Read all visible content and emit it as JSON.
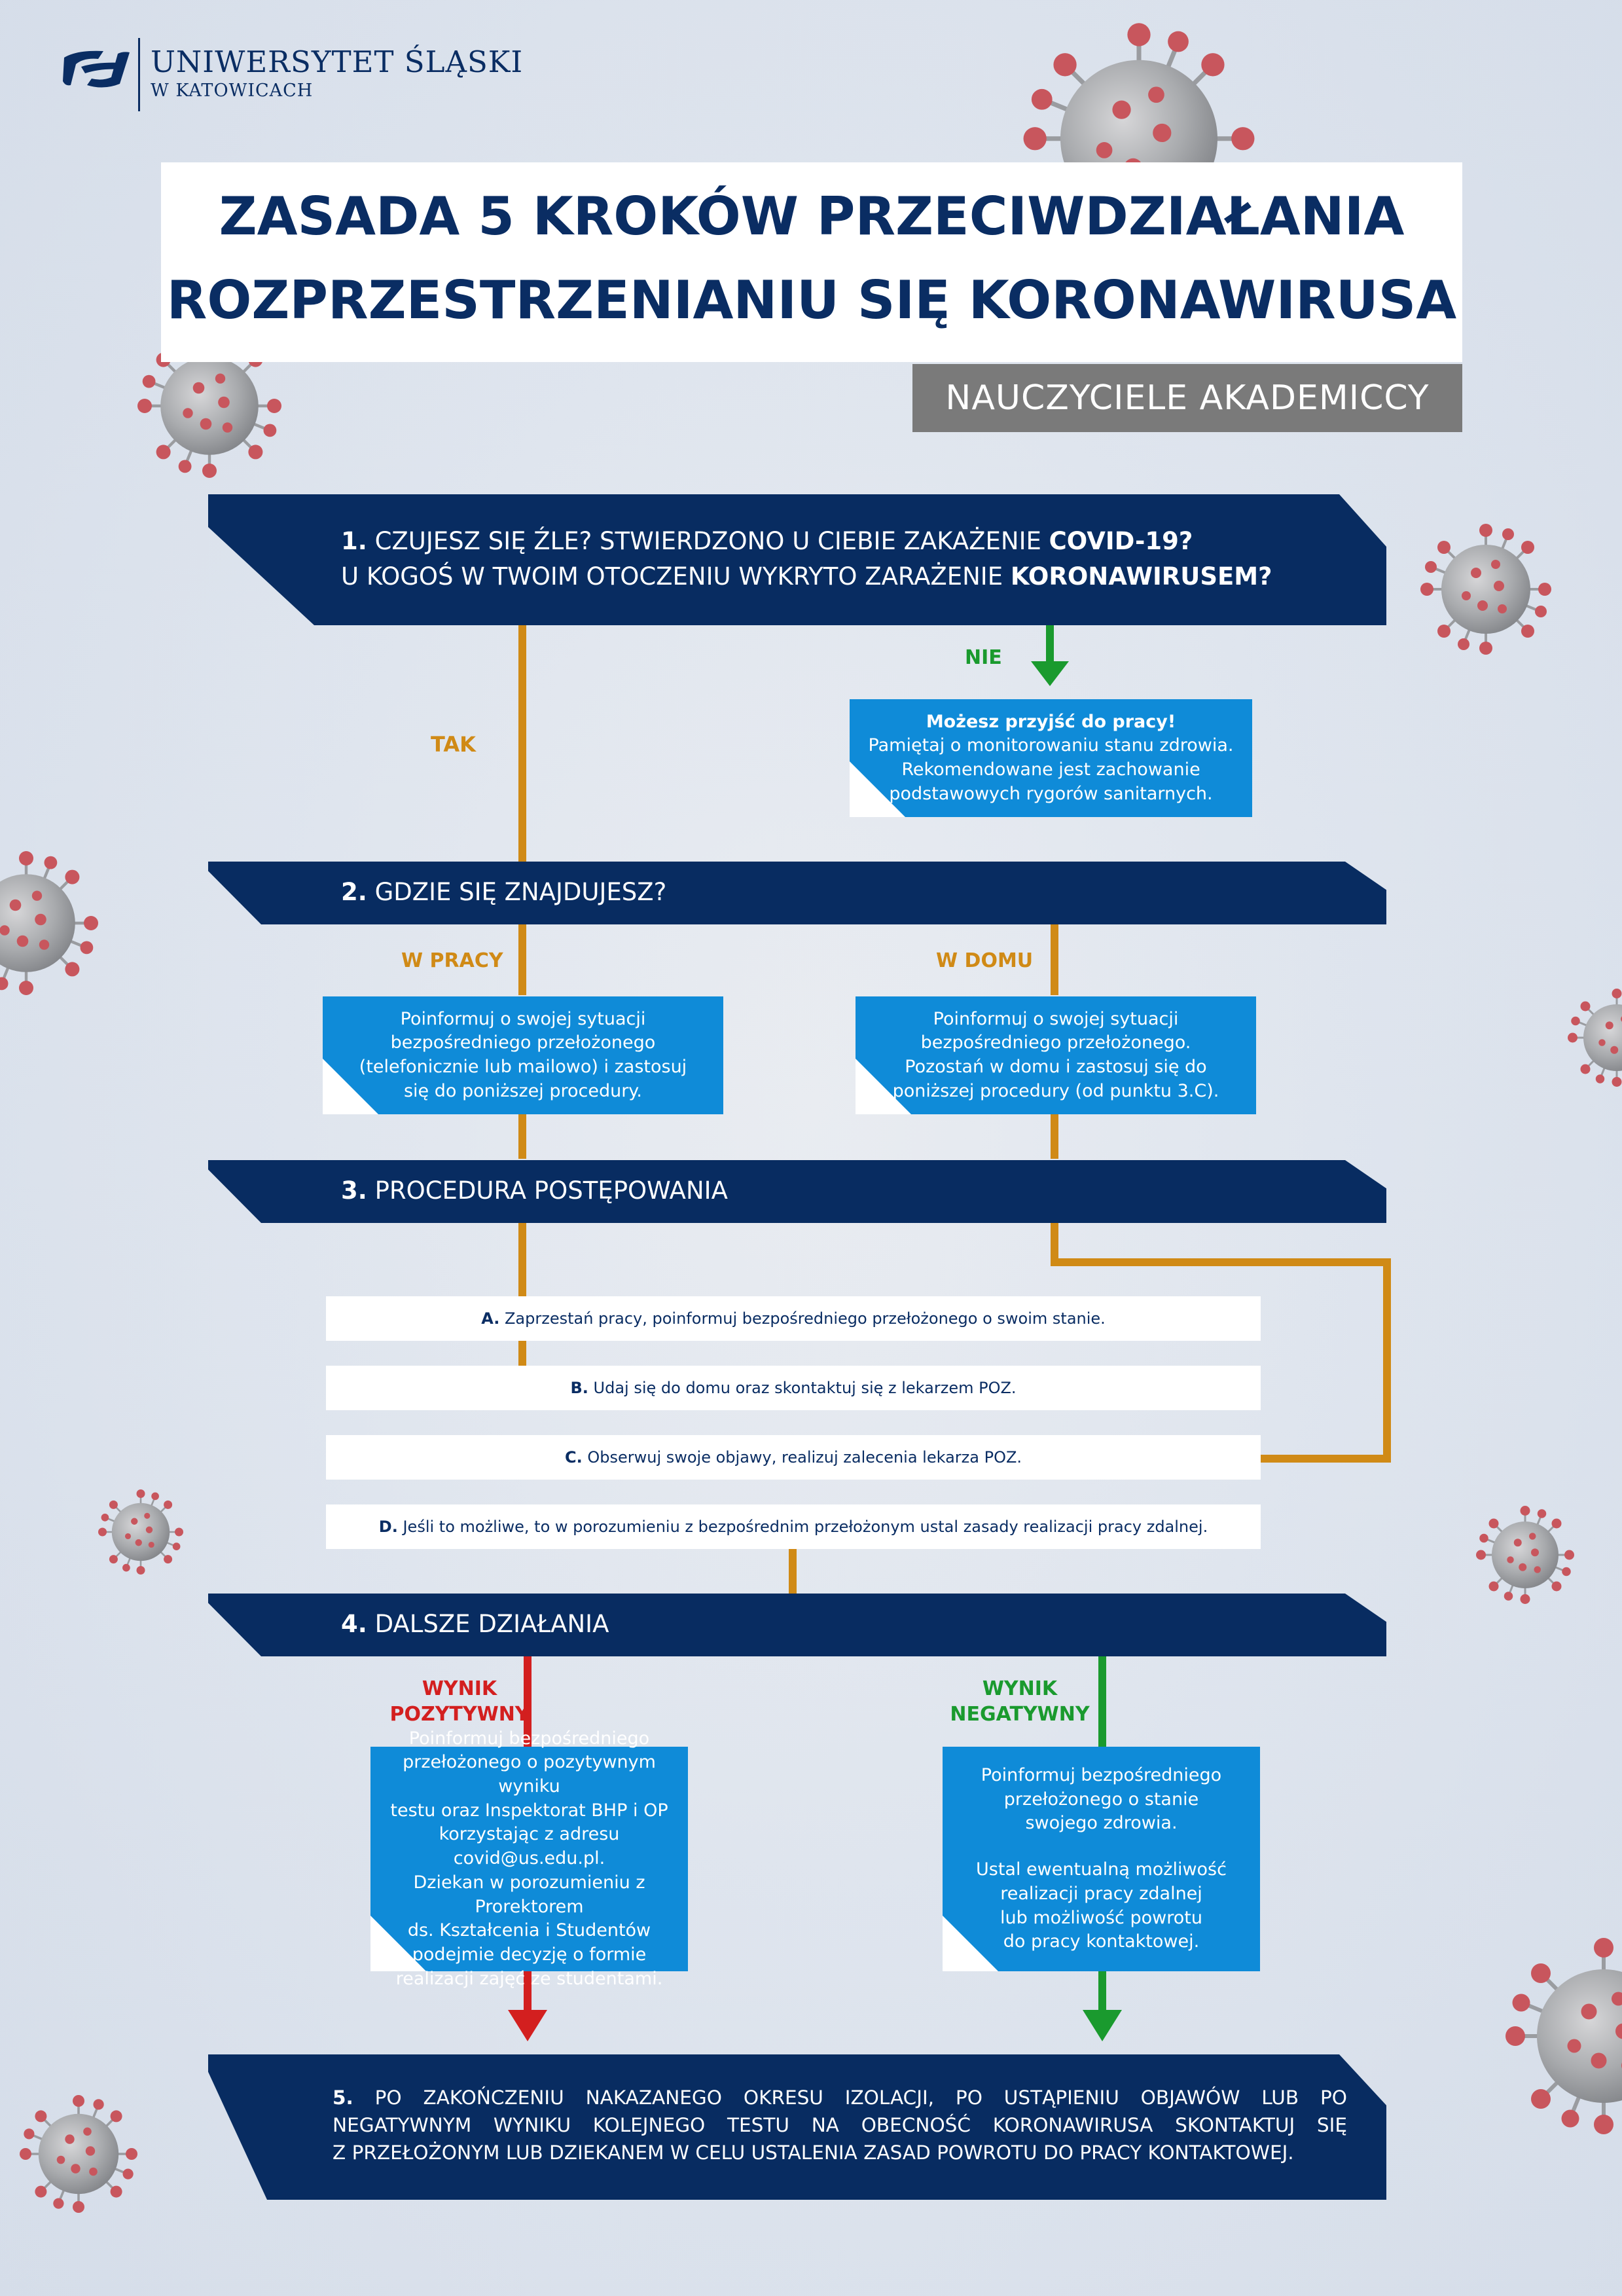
{
  "logo": {
    "name": "UNIWERSYTET ŚLĄSKI",
    "sub": "W KATOWICACH"
  },
  "title": {
    "line1": "ZASADA 5 KROKÓW PRZECIWDZIAŁANIA",
    "line2": "ROZPRZESTRZENIANIU SIĘ KORONAWIRUSA"
  },
  "audience": "NAUCZYCIELE AKADEMICCY",
  "step1": {
    "num": "1.",
    "line1": "CZUJESZ SIĘ ŹLE? STWIERDZONO U CIEBIE ZAKAŻENIE",
    "line1_bold": "COVID-19?",
    "line2": "U KOGOŚ W TWOIM OTOCZENIU WYKRYTO ZARAŻENIE",
    "line2_bold": "KORONAWIRUSEM?",
    "yes": "TAK",
    "no": "NIE",
    "no_box": {
      "title": "Możesz przyjść do pracy!",
      "l1": "Pamiętaj o monitorowaniu stanu zdrowia.",
      "l2": "Rekomendowane jest zachowanie",
      "l3": "podstawowych rygorów sanitarnych."
    }
  },
  "step2": {
    "num": "2.",
    "title": "GDZIE SIĘ ZNAJDUJESZ?",
    "at_work": "W PRACY",
    "at_home": "W DOMU",
    "work_box": {
      "l1": "Poinformuj o swojej sytuacji",
      "l2": "bezpośredniego przełożonego",
      "l3": "(telefonicznie lub mailowo) i zastosuj",
      "l4": "się do poniższej procedury."
    },
    "home_box": {
      "l1": "Poinformuj o swojej sytuacji",
      "l2": "bezpośredniego przełożonego.",
      "l3": "Pozostań w domu i zastosuj się do",
      "l4": "poniższej procedury (od punktu 3.C)."
    }
  },
  "step3": {
    "num": "3.",
    "title": "PROCEDURA POSTĘPOWANIA",
    "items": [
      {
        "letter": "A.",
        "text": "Zaprzestań pracy, poinformuj bezpośredniego przełożonego o swoim stanie."
      },
      {
        "letter": "B.",
        "text": "Udaj się do domu oraz skontaktuj się z lekarzem POZ."
      },
      {
        "letter": "C.",
        "text": "Obserwuj swoje objawy, realizuj zalecenia lekarza POZ."
      },
      {
        "letter": "D.",
        "text": "Jeśli to możliwe, to w porozumieniu z bezpośrednim przełożonym ustal zasady realizacji pracy zdalnej."
      }
    ]
  },
  "step4": {
    "num": "4.",
    "title": "DALSZE DZIAŁANIA",
    "positive": {
      "l1": "WYNIK",
      "l2": "POZYTYWNY"
    },
    "negative": {
      "l1": "WYNIK",
      "l2": "NEGATYWNY"
    },
    "pos_box": {
      "l1": "Poinformuj bezpośredniego",
      "l2": "przełożonego o pozytywnym wyniku",
      "l3": "testu oraz Inspektorat BHP i OP",
      "l4": "korzystając z adresu covid@us.edu.pl.",
      "l5": "Dziekan w porozumieniu z Prorektorem",
      "l6": "ds. Kształcenia i Studentów",
      "l7": "podejmie decyzję o formie",
      "l8": "realizacji zajęć ze studentami."
    },
    "neg_box": {
      "l1": "Poinformuj bezpośredniego",
      "l2": "przełożonego o stanie",
      "l3": "swojego zdrowia.",
      "l4": "Ustal ewentualną możliwość",
      "l5": "realizacji pracy zdalnej",
      "l6": "lub możliwość powrotu",
      "l7": "do pracy kontaktowej."
    }
  },
  "step5": {
    "num": "5.",
    "l1": "PO ZAKOŃCZENIU NAKAZANEGO OKRESU IZOLACJI, PO USTĄPIENIU OBJAWÓW LUB PO",
    "l2": "NEGATYWNYM WYNIKU KOLEJNEGO TESTU NA OBECNOŚĆ KORONAWIRUSA SKONTAKTUJ SIĘ",
    "l3": "Z PRZEŁOŻONYM LUB DZIEKANEM W CELU USTALENIA ZASAD POWROTU DO PRACY KONTAKTOWEJ."
  },
  "colors": {
    "navy": "#082c61",
    "blue": "#0f8bd8",
    "orange": "#d08a16",
    "green": "#1a9a2e",
    "red": "#d31f1f",
    "gray": "#7a7a7a"
  },
  "icons": [
    "university-logo-icon",
    "coronavirus-icon"
  ]
}
